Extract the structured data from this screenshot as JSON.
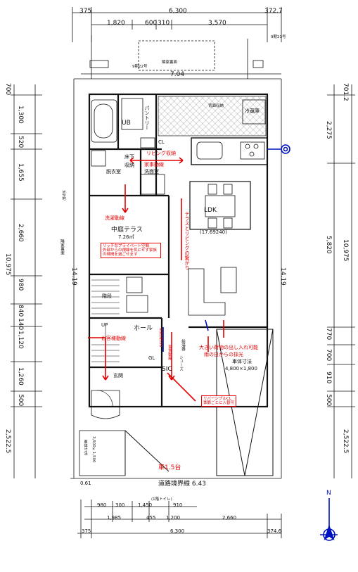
{
  "top_dims": {
    "row1": [
      "375",
      "6,300",
      "372.7"
    ],
    "row2": [
      "1,820",
      "600",
      "310",
      "3,570"
    ],
    "neighbor_left": "9期22号",
    "neighbor_right": "9期21号",
    "neighbor_house": "隣家裏面",
    "overall": "7.04"
  },
  "left_dims": [
    "700",
    "1,300",
    "520",
    "1,655",
    "2,660",
    "980",
    "840",
    "140",
    "1,120",
    "1,260",
    "500",
    "2,522.5"
  ],
  "left_outer": [
    "10,975",
    "14.19"
  ],
  "right_dims": [
    "701.2",
    "2,275",
    "5,820",
    "770",
    "700",
    "910",
    "500",
    "2,522.5"
  ],
  "right_outer": [
    "10,975",
    "14.19"
  ],
  "rooms": {
    "ub": "UB",
    "pantry": "パントリー",
    "cl": "CL",
    "yuka": "床下",
    "shuno": "収納",
    "datsui": "脱衣室",
    "sen": "洗面室",
    "kitchen_back": "背面収納",
    "fridge": "冷蔵庫",
    "ldk": "LDK",
    "ldk_area": "(17.69240)",
    "terrace": "中庭テラス",
    "terrace_area": "7.26㎡",
    "stairs": "階段",
    "hall": "ホール",
    "up": "UP",
    "genkan": "玄関",
    "sic": "SIC",
    "gl": "GL",
    "shoes": "シューズ",
    "kyutou": "給湯器",
    "no3": "3号地",
    "rinka": "隣家裏面"
  },
  "annotations": {
    "living_storage": "リビング収納",
    "kaji": "家事動線",
    "sentaku": "洗濯動線",
    "terrace_link": "テラスとリビングの繋がり",
    "privacy_title": "リッチなプライベート空間",
    "privacy_body": "外部からの視線を気にせず家族の時間を過ごせます",
    "guest": "お客様動線",
    "height": "天井高550",
    "family_line": "家族動線",
    "big_items": "大きい荷物の出し入れ可能",
    "rainy": "雨の日からの採光",
    "reversible": "リバーシブルCL",
    "reversible2": "季節ごとに入替可",
    "car_small": "車体寸法",
    "car_small_dim": "3,500×1,500",
    "car_large": "車体寸法",
    "car_large_dim": "4,800×1,800",
    "parking": "車1.5台"
  },
  "bottom": {
    "road": "道路境界線 6.43",
    "left_offset": "0.61",
    "toilet": "(1階トイレ)",
    "row1": [
      "980",
      "300",
      "1,450",
      "910"
    ],
    "row2": [
      "1,985",
      "455",
      "1,200",
      "2,660"
    ],
    "row3": [
      "375",
      "6,300",
      "374.6"
    ]
  },
  "compass": "N"
}
